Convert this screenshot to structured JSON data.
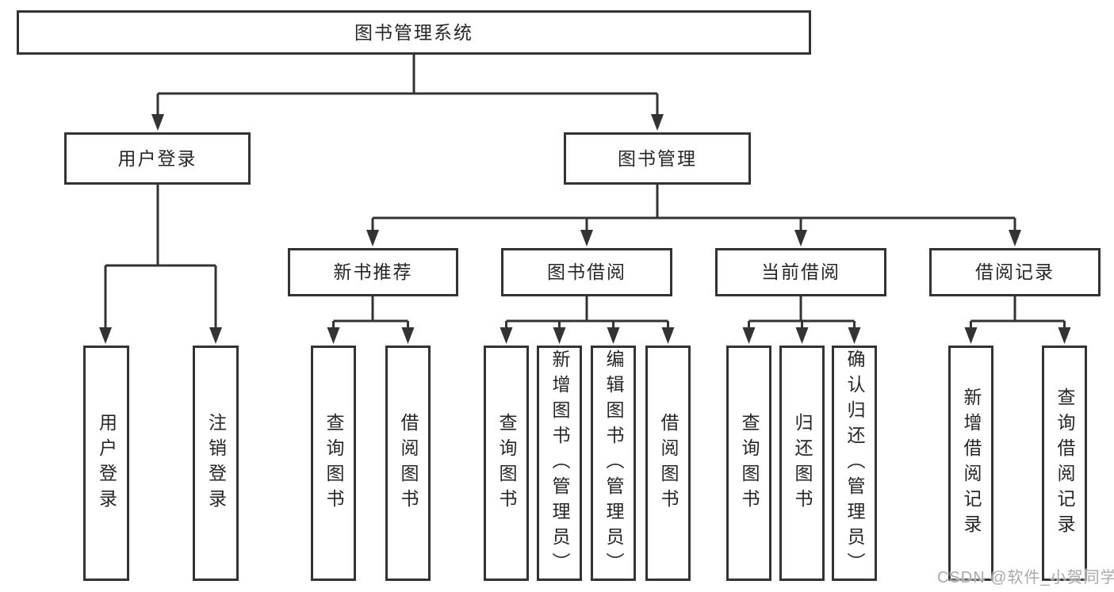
{
  "colors": {
    "line": "#333333",
    "box_border": "#333333",
    "text": "#262626",
    "watermark": "#a9a9a9",
    "background": "#ffffff"
  },
  "root": {
    "label": "图书管理系统"
  },
  "branches": [
    {
      "label": "用户登录",
      "children": [
        "用户登录",
        "注销登录"
      ]
    },
    {
      "label": "图书管理"
    }
  ],
  "modules": [
    {
      "label": "新书推荐",
      "children": [
        "查询图书",
        "借阅图书"
      ]
    },
    {
      "label": "图书借阅",
      "children": [
        "查询图书",
        "新增图书（管理员）",
        "编辑图书（管理员）",
        "借阅图书"
      ]
    },
    {
      "label": "当前借阅",
      "children": [
        "查询图书",
        "归还图书",
        "确认归还（管理员）"
      ]
    },
    {
      "label": "借阅记录",
      "children": [
        "新增借阅记录",
        "查询借阅记录"
      ]
    }
  ],
  "watermark": {
    "text": "CSDN @软件_小贺同学"
  }
}
